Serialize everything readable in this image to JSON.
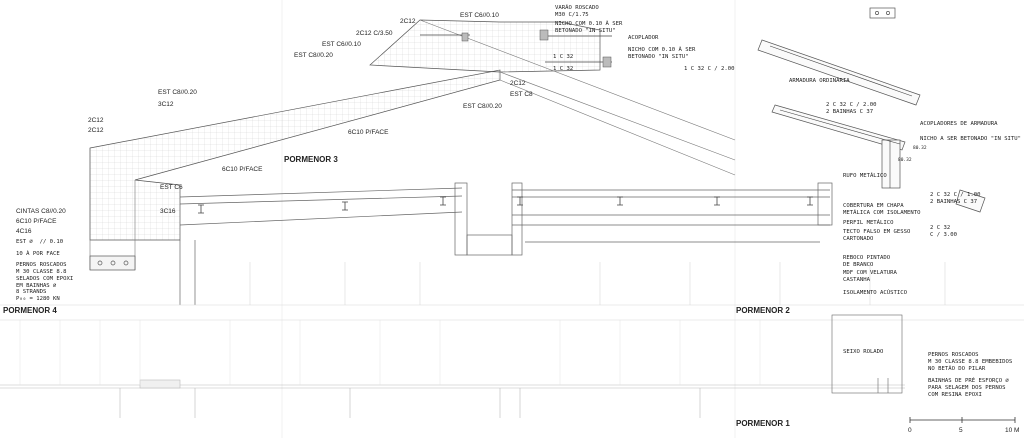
{
  "details": {
    "d1": "PORMENOR 1",
    "d2": "PORMENOR 2",
    "d3": "PORMENOR 3",
    "d4": "PORMENOR 4"
  },
  "scale": {
    "s0": "0",
    "s5": "5",
    "s10": "10 M"
  },
  "labels": {
    "p4": [
      "CINTAS C8//0.20",
      "6C10 P/FACE",
      "4C16",
      "EST ∅  // 0.10",
      "10 À POR FACE",
      "PERNOS ROSCADOS\nM 30 CLASSE 8.8\nSELADOS COM EPOXI\nEM BAINHAS ∅",
      "8 STRANDS\nP₀₀ = 1280 KN",
      "2C12",
      "2C12",
      "3C12",
      "EST C8//0.20",
      "EST C6",
      "3C16",
      "6C10 P/FACE"
    ],
    "p3": [
      "2C12",
      "2C12 C/3.50",
      "EST C6//0.10",
      "EST C8//0.20",
      "EST C6//0.10",
      "6C10 P/FACE",
      "2C12",
      "EST C8",
      "EST C8//0.20",
      "1 C 32",
      "1 C 32",
      "1 C 32 C / 2.00",
      "VARÃO ROSCADO\nM30 C/1.75",
      "NICHO COM 0.10 À SER\nBETONADO \"IN SITU\"",
      "ACOPLADOR",
      "NICHO COM 0.10 À SER\nBETONADO \"IN SITU\""
    ],
    "p2": [
      "ARMADURA ORDINÁRIA",
      "2 C 32 C / 2.00\n2 BAINHAS C 37",
      "ACOPLADORES DE ARMADURA",
      "NICHO A SER BETONADO \"IN SITU\"",
      "80.32",
      "80.32",
      "2 C 32 C / 1.00\n2 BAINHAS C 37",
      "2 C 32\nC / 3.00"
    ],
    "p1": [
      "RUFO METÁLICO",
      "COBERTURA EM CHAPA\nMETÁLICA COM ISOLAMENTO",
      "PERFIL METÁLICO",
      "TECTO FALSO EM GESSO\nCARTONADO",
      "REBOCO PINTADO\nDE BRANCO",
      "MDF COM VELATURA\nCASTANHA",
      "ISOLAMENTO ACÚSTICO",
      "SEIXO ROLADO",
      "PERNOS ROSCADOS\nM 30 CLASSE 8.8 EMBEBIDOS\nNO BETÃO DO PILAR",
      "BAINHAS DE PRÉ ESFORÇO ∅\nPARA SELAGEM DOS PERNOS\nCOM RESINA EPOXI"
    ]
  }
}
